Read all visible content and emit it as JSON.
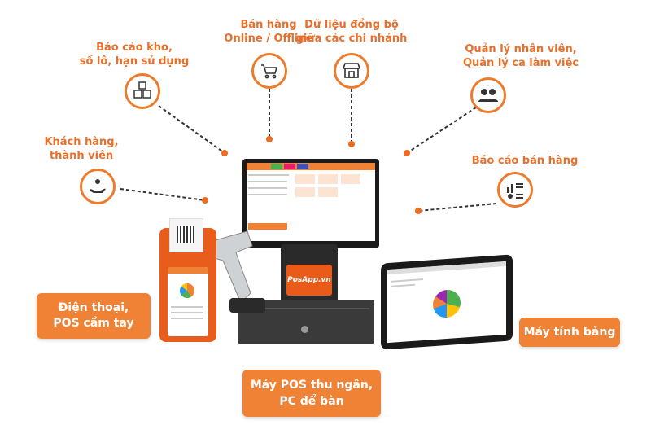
{
  "features": {
    "inventory": {
      "line1": "Báo cáo kho,",
      "line2": "số lô, hạn sử dụng",
      "icon": "boxes-icon"
    },
    "sales": {
      "line1": "Bán hàng",
      "line2": "Online / Offline",
      "icon": "cart-icon"
    },
    "sync": {
      "line1": "Dữ liệu đồng bộ",
      "line2": "giữa các chi nhánh",
      "icon": "store-icon"
    },
    "staff": {
      "line1": "Quản lý nhân viên,",
      "line2": "Quản lý ca làm việc",
      "icon": "users-icon"
    },
    "customers": {
      "line1": "Khách hàng,",
      "line2": "thành viên",
      "icon": "customer-hand-icon"
    },
    "report": {
      "line1": "Báo cáo bán hàng",
      "icon": "report-chart-icon"
    }
  },
  "devices": {
    "mobile": {
      "line1": "Điện thoại,",
      "line2": "POS cầm tay"
    },
    "tablet": {
      "line1": "Máy tính bảng"
    },
    "pos": {
      "line1": "Máy POS thu ngân,",
      "line2": "PC để bàn"
    }
  },
  "brand": {
    "logo_text": "PosApp.vn"
  },
  "colors": {
    "accent": "#ee7b2c",
    "badge": "#f08236",
    "text_orange": "#e8702a"
  }
}
